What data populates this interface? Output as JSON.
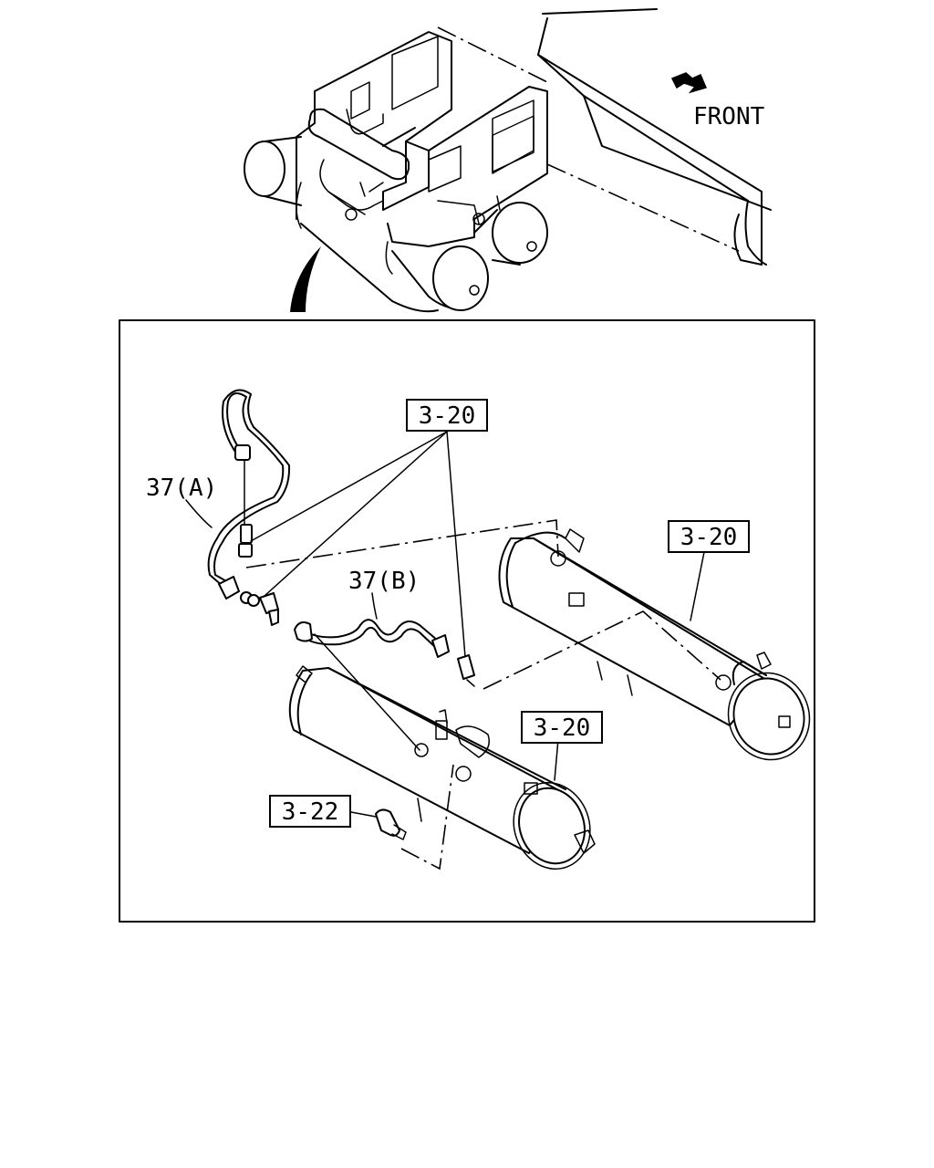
{
  "direction": {
    "label": "FRONT",
    "icon": "arrow-right-down-icon"
  },
  "callouts": {
    "ref_top": "3-20",
    "ref_rear_tank": "3-20",
    "ref_front_tank": "3-20",
    "ref_drain_valve": "3-22",
    "pipe_a": "37(A)",
    "pipe_b": "37(B)"
  }
}
